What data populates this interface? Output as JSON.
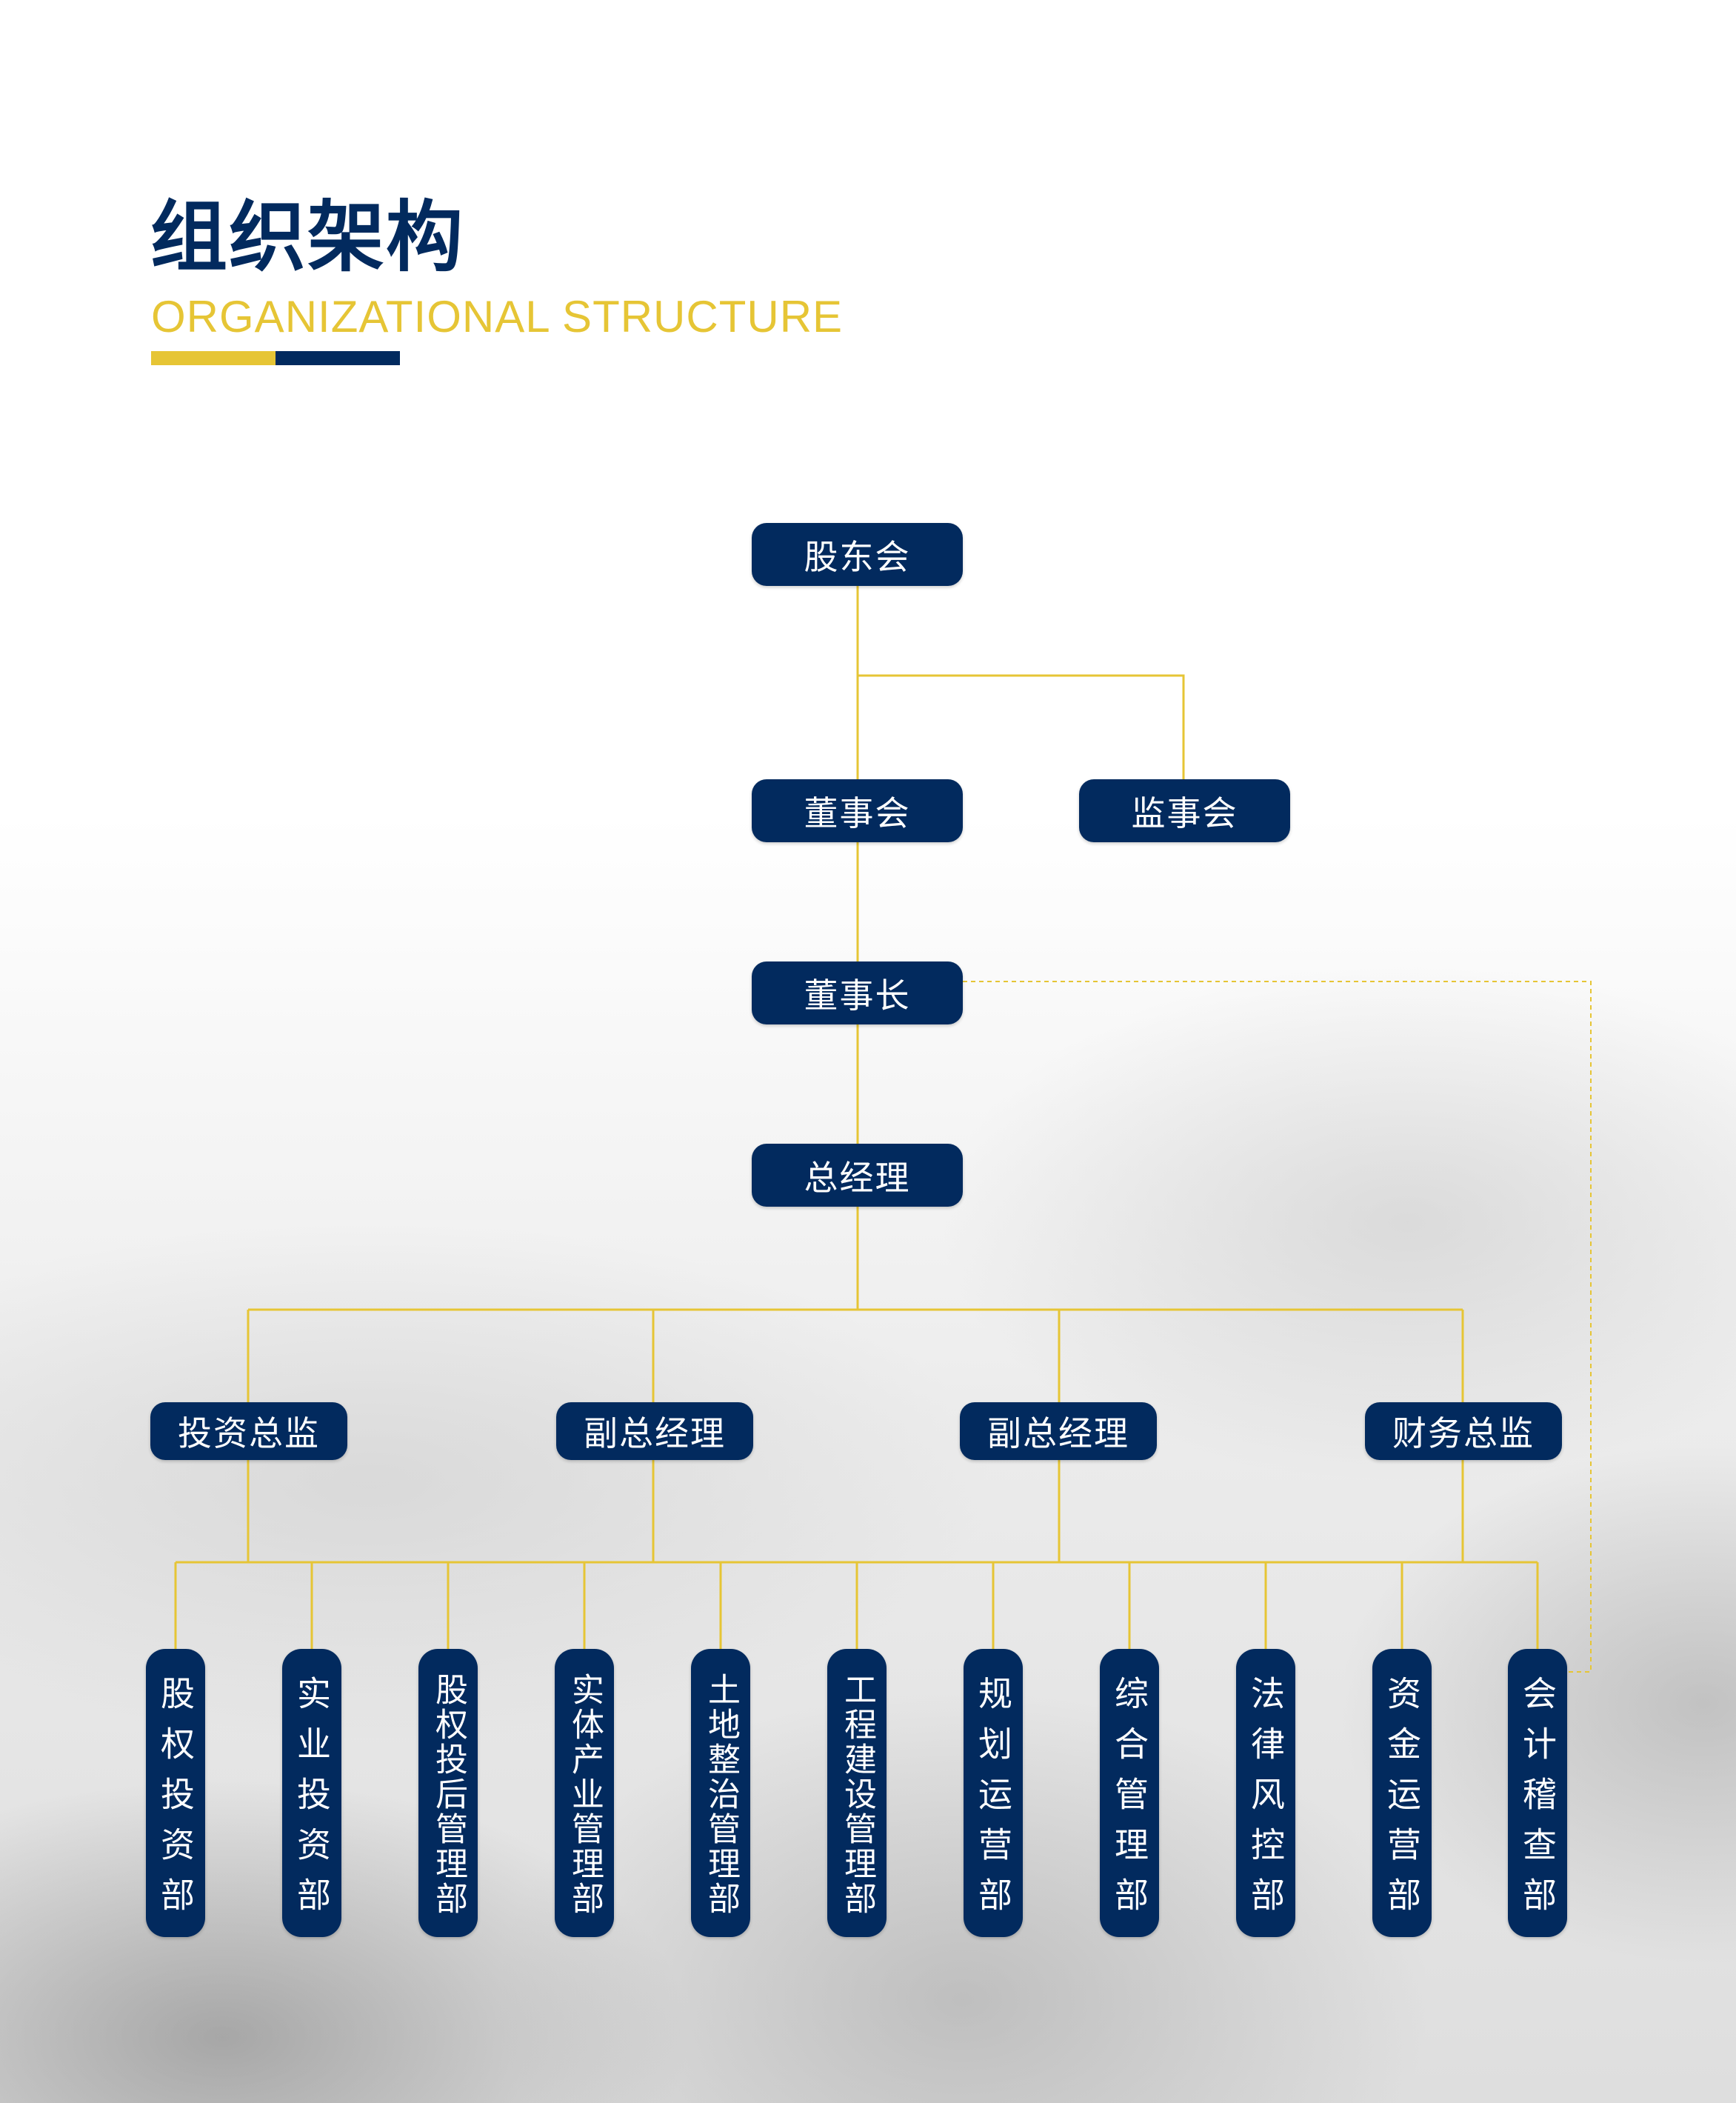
{
  "header": {
    "title_cn": "组织架构",
    "title_en": "ORGANIZATIONAL STRUCTURE"
  },
  "colors": {
    "navy": "#022a5e",
    "gold": "#e6c535"
  },
  "org": {
    "shareholders": "股东会",
    "board": "董事会",
    "supervisors": "监事会",
    "chairman": "董事长",
    "general_manager": "总经理",
    "level3": [
      "投资总监",
      "副总经理",
      "副总经理",
      "财务总监"
    ],
    "departments": [
      "股权投资部",
      "实业投资部",
      "股权投后管理部",
      "实体产业管理部",
      "土地整治管理部",
      "工程建设管理部",
      "规划运营部",
      "综合管理部",
      "法律风控部",
      "资金运营部",
      "会计稽查部"
    ]
  }
}
